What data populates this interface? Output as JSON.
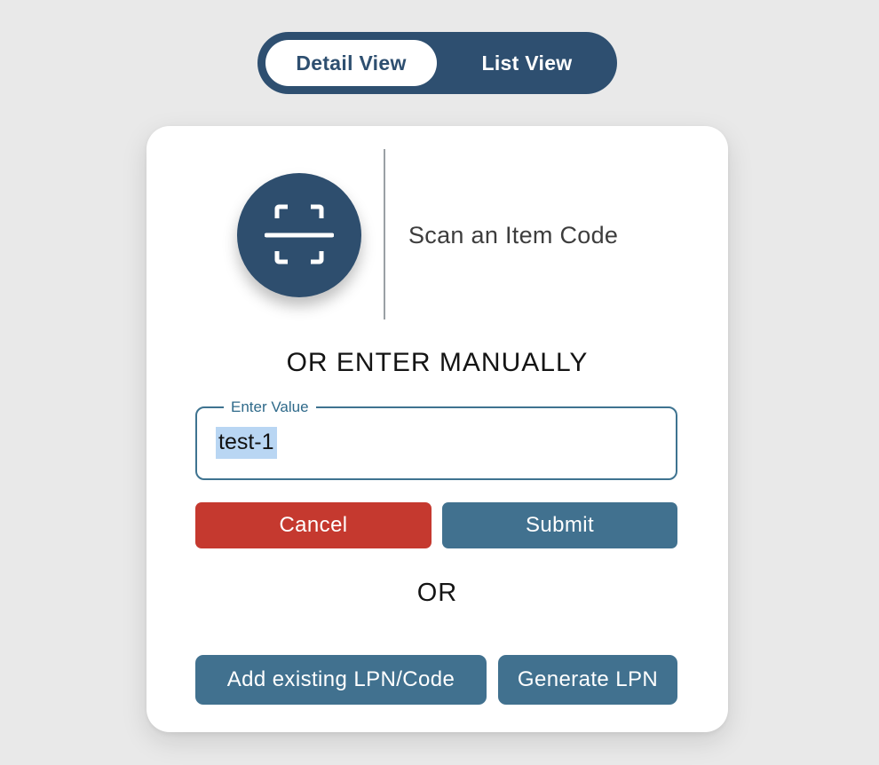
{
  "view_toggle": {
    "detail_label": "Detail View",
    "list_label": "List View"
  },
  "scan_panel": {
    "scan_icon": "barcode-scan-viewfinder-icon",
    "scan_text": "Scan an Item Code",
    "manual_heading": "OR ENTER MANUALLY",
    "input": {
      "label": "Enter Value",
      "value": "test-1",
      "selection": "full-text-selected"
    },
    "buttons": {
      "cancel": "Cancel",
      "submit": "Submit"
    },
    "or_divider": "OR",
    "secondary_buttons": {
      "add_existing": "Add existing LPN/Code",
      "generate": "Generate LPN"
    }
  },
  "colors": {
    "background": "#e9e9e9",
    "navy": "#2e4f70",
    "steel_blue": "#41718f",
    "red": "#c5392f",
    "input_border": "#3e7390",
    "input_label": "#2f6a8a",
    "text_selection": "#b9d6f3",
    "divider_gray": "#9aa0a5"
  }
}
